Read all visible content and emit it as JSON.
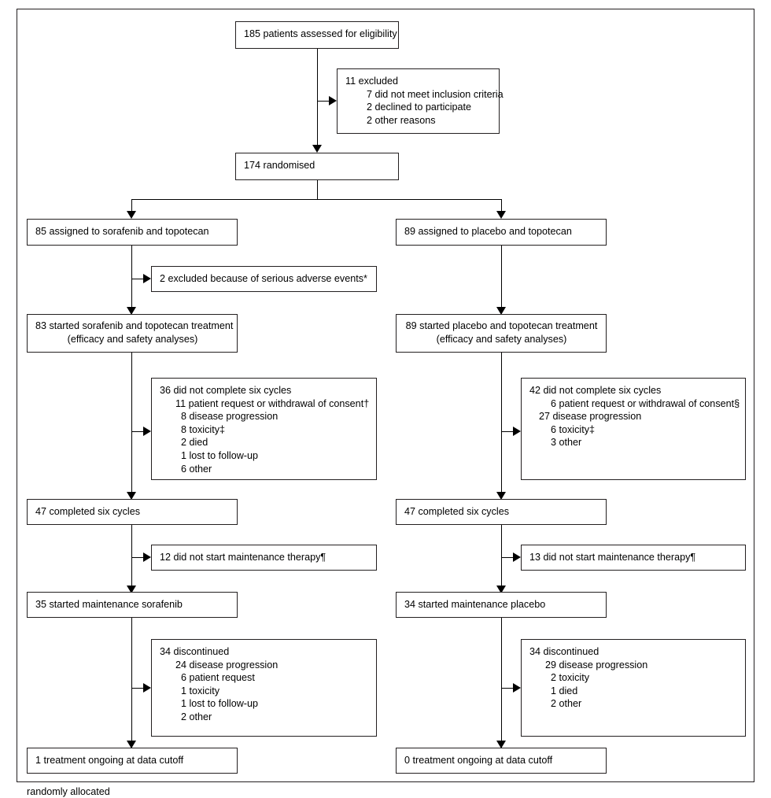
{
  "figure": {
    "type": "consort-flow-diagram",
    "caption_partial": "randomly allocated"
  },
  "nodes": {
    "assessed": {
      "text": "185 patients assessed for eligibility"
    },
    "excluded": {
      "main": "11 excluded",
      "reasons": [
        "7 did not meet inclusion criteria",
        "2 declined to participate",
        "2 other reasons"
      ]
    },
    "randomised": {
      "text": "174 randomised"
    },
    "left": {
      "assigned": {
        "text": "85 assigned to sorafenib and topotecan"
      },
      "excluded_sae": {
        "text": "2 excluded because of serious adverse events*"
      },
      "started": {
        "line1": "83 started sorafenib and topotecan treatment",
        "line2": "(efficacy and safety analyses)"
      },
      "not_complete": {
        "main": "36 did not complete six cycles",
        "reasons": [
          "11 patient request or withdrawal of consent†",
          "8 disease progression",
          "8 toxicity‡",
          "2 died",
          "1 lost to follow-up",
          "6 other"
        ]
      },
      "completed": {
        "text": "47 completed six cycles"
      },
      "no_maintenance": {
        "text": "12 did not start maintenance therapy¶"
      },
      "maintenance": {
        "text": "35 started maintenance sorafenib"
      },
      "discontinued": {
        "main": "34 discontinued",
        "reasons": [
          "24 disease progression",
          "6 patient request",
          "1 toxicity",
          "1 lost to follow-up",
          "2 other"
        ]
      },
      "ongoing": {
        "text": "1 treatment ongoing at data cutoff"
      }
    },
    "right": {
      "assigned": {
        "text": "89 assigned to placebo and topotecan"
      },
      "started": {
        "line1": "89 started placebo and topotecan treatment",
        "line2": "(efficacy and safety analyses)"
      },
      "not_complete": {
        "main": "42 did not complete six cycles",
        "reasons": [
          "6 patient request or withdrawal of consent§",
          "27 disease progression",
          "6 toxicity‡",
          "3 other"
        ]
      },
      "completed": {
        "text": "47 completed six cycles"
      },
      "no_maintenance": {
        "text": "13 did not start maintenance therapy¶"
      },
      "maintenance": {
        "text": "34 started maintenance placebo"
      },
      "discontinued": {
        "main": "34 discontinued",
        "reasons": [
          "29 disease progression",
          "2 toxicity",
          "1 died",
          "2 other"
        ]
      },
      "ongoing": {
        "text": "0 treatment ongoing at data cutoff"
      }
    }
  },
  "colors": {
    "line": "#231f20",
    "text": "#000000",
    "background": "#ffffff"
  }
}
